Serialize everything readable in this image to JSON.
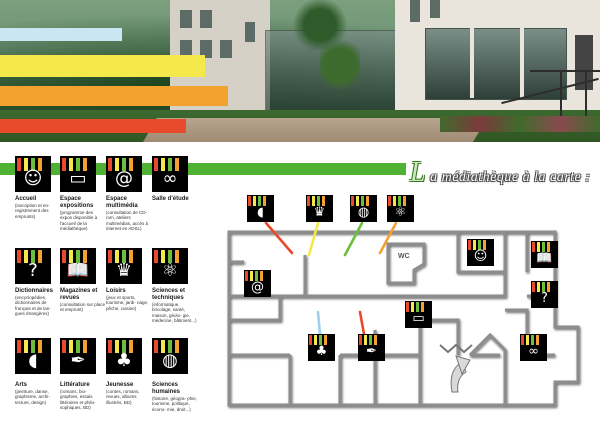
{
  "map": {
    "title_initial": "L",
    "title_rest": "a médiathèque à la carte :",
    "wc_label": "WC"
  },
  "colors": {
    "green_rule": "#4fb233",
    "stripe_light_blue": "#c9e6f2",
    "stripe_yellow": "#f5e84a",
    "stripe_orange": "#f3a12f",
    "stripe_red": "#e84a2b"
  },
  "categories": [
    {
      "icon": "smiley-icon",
      "title": "Accueil",
      "desc": "(inscription et en- registrement des emprunts)"
    },
    {
      "icon": "board-icon",
      "title": "Espace expositions",
      "desc": "(programme des expos disponible à l'accueil de la médiathèque)"
    },
    {
      "icon": "at-sign-icon",
      "title": "Espace multimédia",
      "desc": "(consultation de CD-rom, ateliers multimédias, accès à internet en ADSL)"
    },
    {
      "icon": "glasses-icon",
      "title": "Salle d'étude",
      "desc": ""
    },
    {
      "icon": "question-icon",
      "title": "Dictionnaires",
      "desc": "(encyclopédies, dictionnaires de français et de lan- gues étrangères)"
    },
    {
      "icon": "open-book-icon",
      "title": "Magazines et revues",
      "desc": "(consultation sur place et emprunt)"
    },
    {
      "icon": "trophy-icon",
      "title": "Loisirs",
      "desc": "(jeux et sports, tourisme, jardi- nage, pêche, cuisine)"
    },
    {
      "icon": "atom-icon",
      "title": "Sciences et techniques",
      "desc": "(informatique, bricolage, santé, maison, géolo- gie, médecine, bâtiment...)"
    },
    {
      "icon": "palette-icon",
      "title": "Arts",
      "desc": "(peinture, danse, graphisme, archi- tecture, design)"
    },
    {
      "icon": "quill-icon",
      "title": "Littérature",
      "desc": "(romans, bio- graphies, essais littéraires et philo- sophiques, BD)"
    },
    {
      "icon": "figures-icon",
      "title": "Jeunesse",
      "desc": "(contes, romans, revues, albums illustrés, BD)"
    },
    {
      "icon": "globe-icon",
      "title": "Sciences humaines",
      "desc": "(histoire, géogra- phie, tourisme, politique, écono- mie, droit...)"
    }
  ]
}
